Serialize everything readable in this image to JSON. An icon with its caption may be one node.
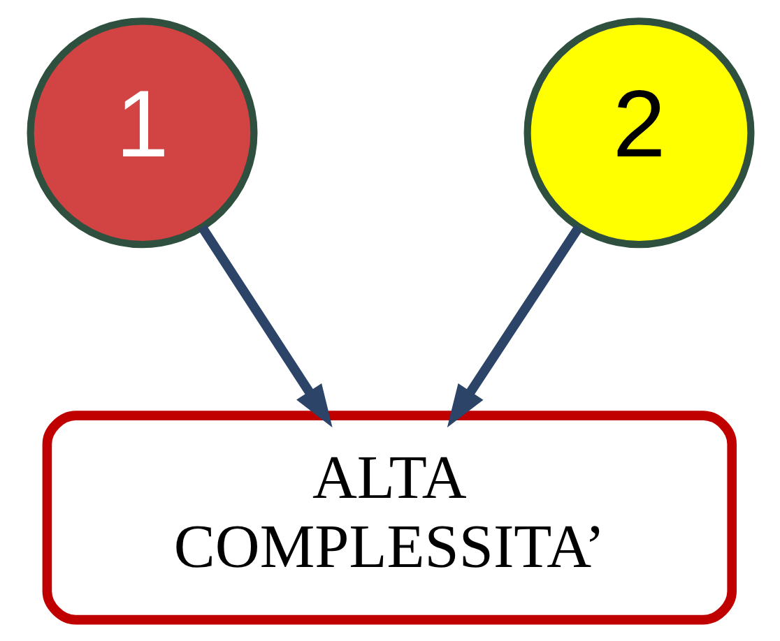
{
  "diagram": {
    "nodes": [
      {
        "text": [
          "1"
        ]
      },
      {
        "text": [
          "2"
        ]
      },
      {
        "text": [
          "ALTA COMPLESSITA’"
        ]
      }
    ],
    "edges": [
      {
        "from": 0,
        "to": 2,
        "arrow": "to"
      },
      {
        "from": 1,
        "to": 2,
        "arrow": "to"
      }
    ]
  }
}
